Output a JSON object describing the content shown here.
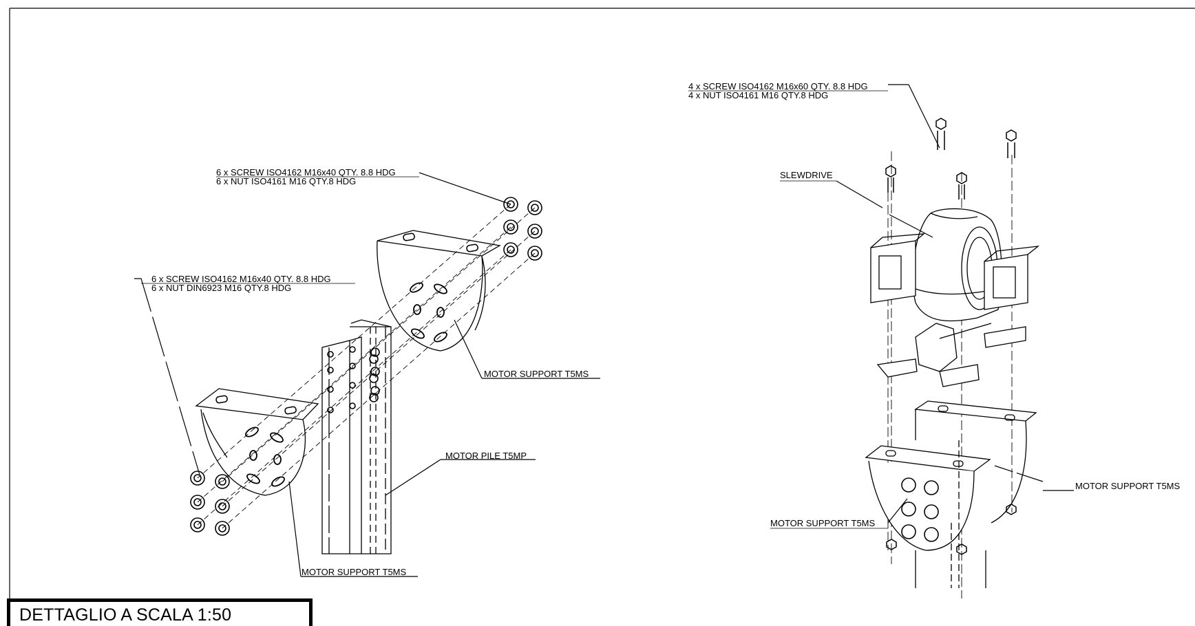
{
  "labels": {
    "screw_left_top_line1": "6 x SCREW ISO4162 M16x40 QTY. 8.8 HDG",
    "screw_left_top_line2": "6 x NUT ISO4161 M16 QTY.8 HDG",
    "screw_left_line1": "6 x SCREW ISO4162 M16x40 QTY. 8.8 HDG",
    "screw_left_line2": "6 x NUT DIN6923 M16 QTY.8 HDG",
    "motor_support_upper": "MOTOR SUPPORT T5MS",
    "motor_pile": "MOTOR PILE T5MP",
    "motor_support_lower": "MOTOR SUPPORT T5MS",
    "screw_right_line1": "4 x SCREW ISO4162 M16x60 QTY. 8.8 HDG",
    "screw_right_line2": "4 x NUT ISO4161 M16 QTY.8 HDG",
    "slewdrive": "SLEWDRIVE",
    "motor_support_right": "MOTOR SUPPORT T5MS",
    "motor_support_right_lower": "MOTOR SUPPORT T5MS"
  },
  "title_block": {
    "title": "DETTAGLIO A  SCALA 1:50"
  }
}
